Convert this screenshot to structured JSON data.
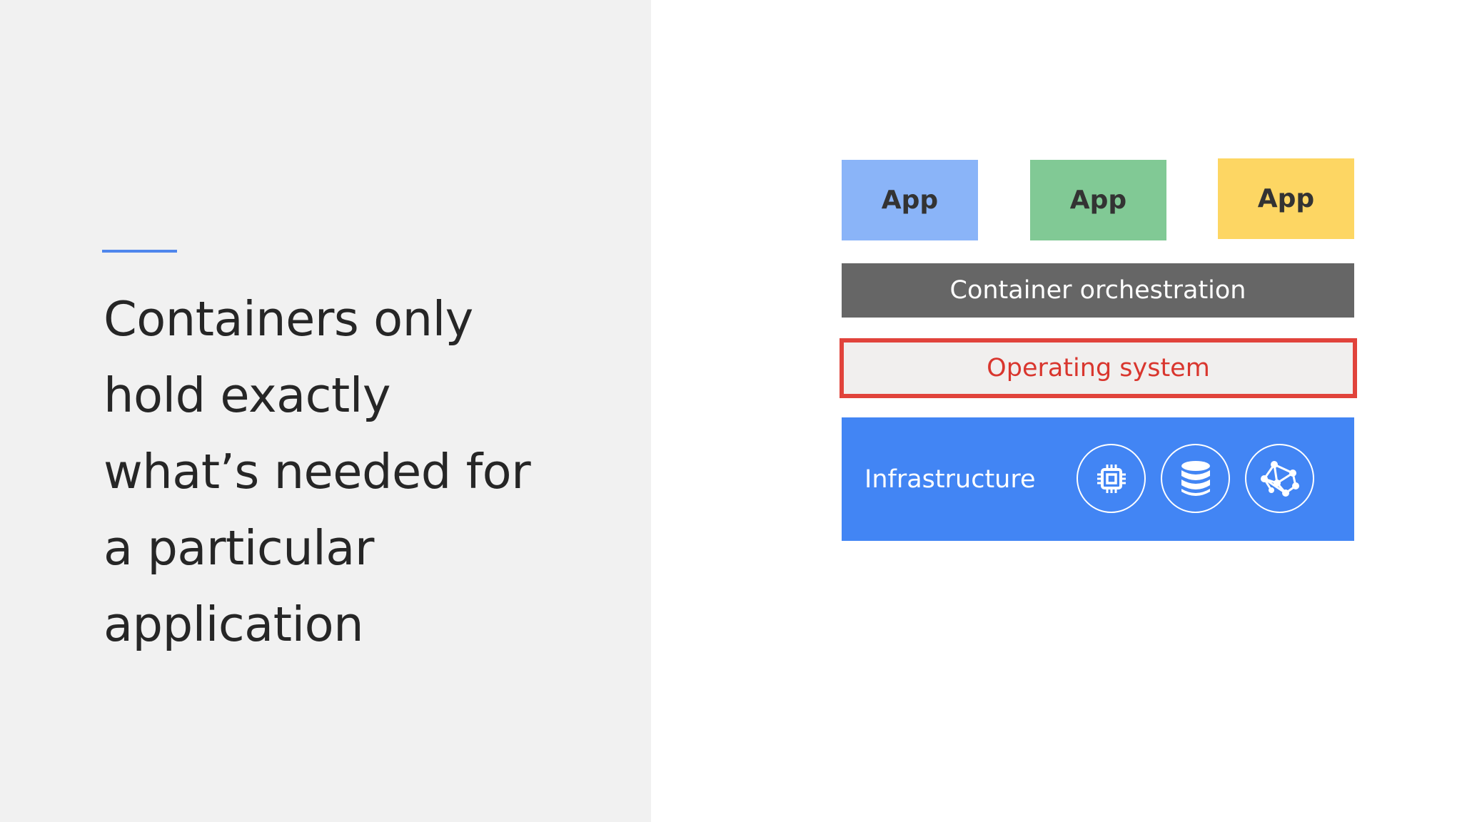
{
  "slide": {
    "heading_lines": [
      "Containers only",
      "hold exactly",
      "what’s needed for",
      "a particular",
      "application"
    ]
  },
  "diagram": {
    "apps": [
      {
        "label": "App",
        "color": "#8ab4f8"
      },
      {
        "label": "App",
        "color": "#81c995"
      },
      {
        "label": "App",
        "color": "#fdd663"
      }
    ],
    "orchestration": {
      "label": "Container orchestration",
      "color": "#666666"
    },
    "operating_system": {
      "label": "Operating system",
      "highlight_color": "#e1433b",
      "fill": "#f1efee"
    },
    "infrastructure": {
      "label": "Infrastructure",
      "color": "#4285f4",
      "icons": [
        "cpu-chip-icon",
        "database-icon",
        "network-graph-icon"
      ]
    }
  },
  "colors": {
    "accent": "#4f86ec",
    "left_panel": "#f1f1f1"
  }
}
